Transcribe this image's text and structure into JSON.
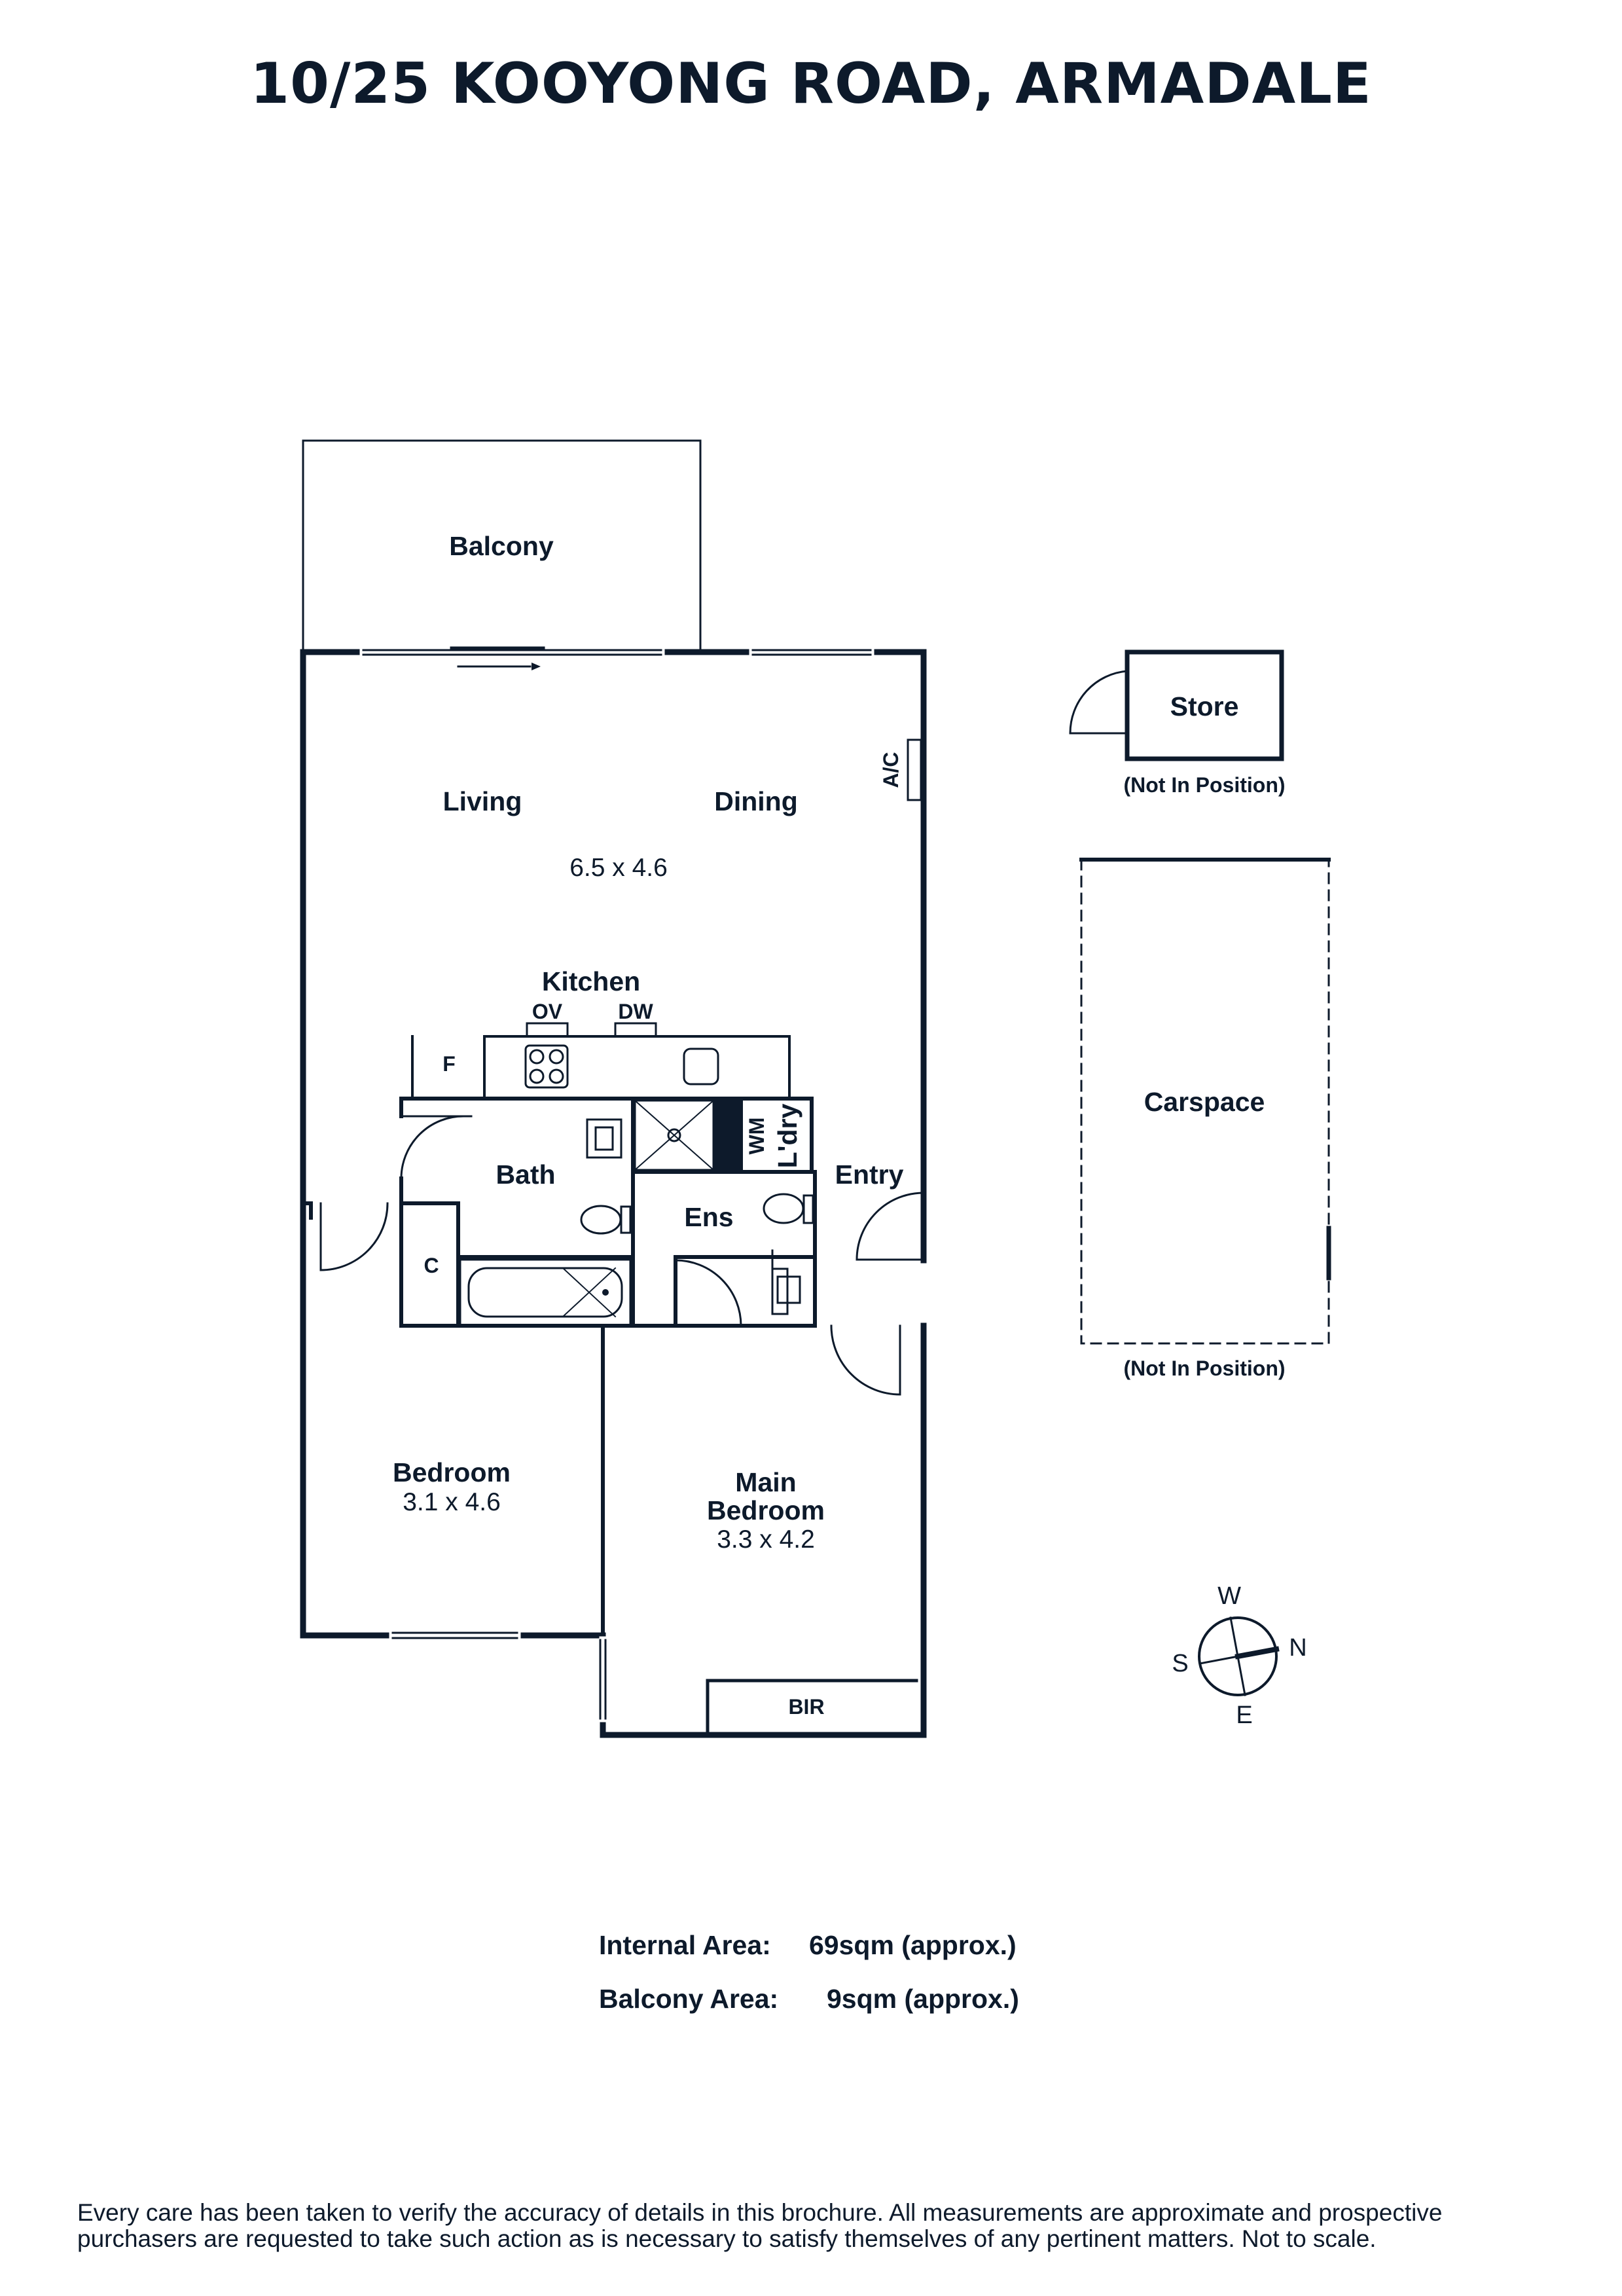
{
  "title": "10/25 KOOYONG ROAD, ARMADALE",
  "rooms": {
    "balcony": "Balcony",
    "living": "Living",
    "dining": "Dining",
    "living_dim": "6.5 x 4.6",
    "kitchen": "Kitchen",
    "oven": "OV",
    "dishwasher": "DW",
    "fridge": "F",
    "aircon": "A/C",
    "bath": "Bath",
    "washing_machine": "WM",
    "laundry": "L'dry",
    "ensuite": "Ens",
    "entry": "Entry",
    "cupboard": "C",
    "bedroom": "Bedroom",
    "bedroom_dim": "3.1 x 4.6",
    "main_bedroom_line1": "Main",
    "main_bedroom_line2": "Bedroom",
    "main_bedroom_dim": "3.3 x 4.2",
    "bir": "BIR"
  },
  "store": {
    "label": "Store",
    "note": "(Not In Position)"
  },
  "carspace": {
    "label": "Carspace",
    "note": "(Not In Position)"
  },
  "compass": {
    "w": "W",
    "n": "N",
    "s": "S",
    "e": "E"
  },
  "areas": {
    "internal_label": "Internal Area:",
    "internal_value": "69sqm (approx.)",
    "balcony_label": "Balcony Area:",
    "balcony_value": "9sqm (approx.)"
  },
  "disclaimer": {
    "line1": "Every care has been taken to verify the accuracy of details in this brochure. All measurements are approximate and prospective",
    "line2": "purchasers are requested to take such action as is necessary to satisfy themselves of any pertinent matters. Not to scale."
  },
  "colors": {
    "ink": "#0d1a2b",
    "background": "#ffffff"
  }
}
